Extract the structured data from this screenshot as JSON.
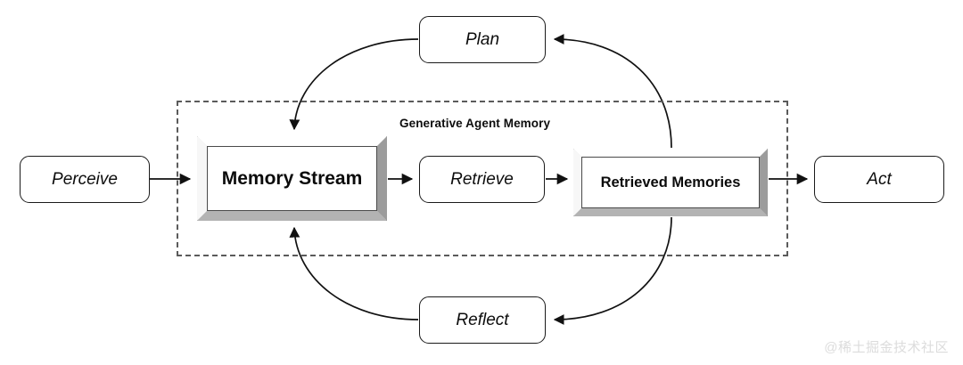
{
  "diagram": {
    "title": "Generative Agent Memory",
    "group": {
      "label": "Generative Agent Memory",
      "border_style": "dashed",
      "border_color": "#5b5b5b"
    },
    "nodes": {
      "perceive": {
        "label": "Perceive",
        "style": "rounded",
        "emphasis": "italic"
      },
      "memory_stream": {
        "label": "Memory Stream",
        "style": "beveled-3d",
        "emphasis": "bold"
      },
      "retrieve": {
        "label": "Retrieve",
        "style": "rounded",
        "emphasis": "italic"
      },
      "retrieved_memories": {
        "label": "Retrieved Memories",
        "style": "beveled-3d",
        "emphasis": "bold"
      },
      "act": {
        "label": "Act",
        "style": "rounded",
        "emphasis": "italic"
      },
      "plan": {
        "label": "Plan",
        "style": "rounded",
        "emphasis": "italic"
      },
      "reflect": {
        "label": "Reflect",
        "style": "rounded",
        "emphasis": "italic"
      }
    },
    "edges": [
      {
        "from": "perceive",
        "to": "memory_stream",
        "kind": "straight"
      },
      {
        "from": "memory_stream",
        "to": "retrieve",
        "kind": "straight"
      },
      {
        "from": "retrieve",
        "to": "retrieved_memories",
        "kind": "straight"
      },
      {
        "from": "retrieved_memories",
        "to": "act",
        "kind": "straight"
      },
      {
        "from": "retrieved_memories",
        "to": "plan",
        "kind": "curved"
      },
      {
        "from": "plan",
        "to": "memory_stream",
        "kind": "curved"
      },
      {
        "from": "retrieved_memories",
        "to": "reflect",
        "kind": "curved"
      },
      {
        "from": "reflect",
        "to": "memory_stream",
        "kind": "curved"
      }
    ],
    "colors": {
      "stroke": "#1a1a1a",
      "dashed_border": "#5b5b5b",
      "background": "#ffffff",
      "bevel_light": "#ffffff",
      "bevel_dark": "#9c9c9c"
    }
  },
  "watermark": {
    "text": "@稀土掘金技术社区"
  }
}
